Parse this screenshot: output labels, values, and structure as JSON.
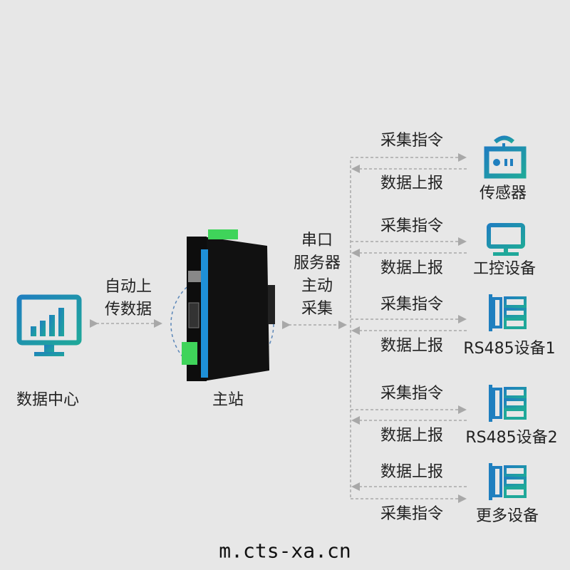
{
  "data_center": {
    "label": "数据中心",
    "link_label_line1": "自动上",
    "link_label_line2": "传数据"
  },
  "master": {
    "label": "主站",
    "role_lines": [
      "串口",
      "服务器",
      "主动",
      "采集"
    ]
  },
  "devices": [
    {
      "name": "传感器",
      "icon": "sensor-icon",
      "top_label": "采集指令",
      "bottom_label": "数据上报"
    },
    {
      "name": "工控设备",
      "icon": "monitor-icon",
      "top_label": "采集指令",
      "bottom_label": "数据上报"
    },
    {
      "name": "RS485设备1",
      "icon": "rs485-icon",
      "top_label": "采集指令",
      "bottom_label": "数据上报"
    },
    {
      "name": "RS485设备2",
      "icon": "rs485-icon",
      "top_label": "采集指令",
      "bottom_label": "数据上报"
    },
    {
      "name": "更多设备",
      "icon": "rs485-icon",
      "top_label": "数据上报",
      "bottom_label": "采集指令"
    }
  ],
  "footer": {
    "url": "m.cts-xa.cn"
  },
  "colors": {
    "background": "#e7e7e7",
    "icon_blue": "#1f7fbf",
    "icon_teal": "#1fa89a",
    "arrow": "#a8a8a8",
    "device_stripe": "#1e90d8"
  }
}
